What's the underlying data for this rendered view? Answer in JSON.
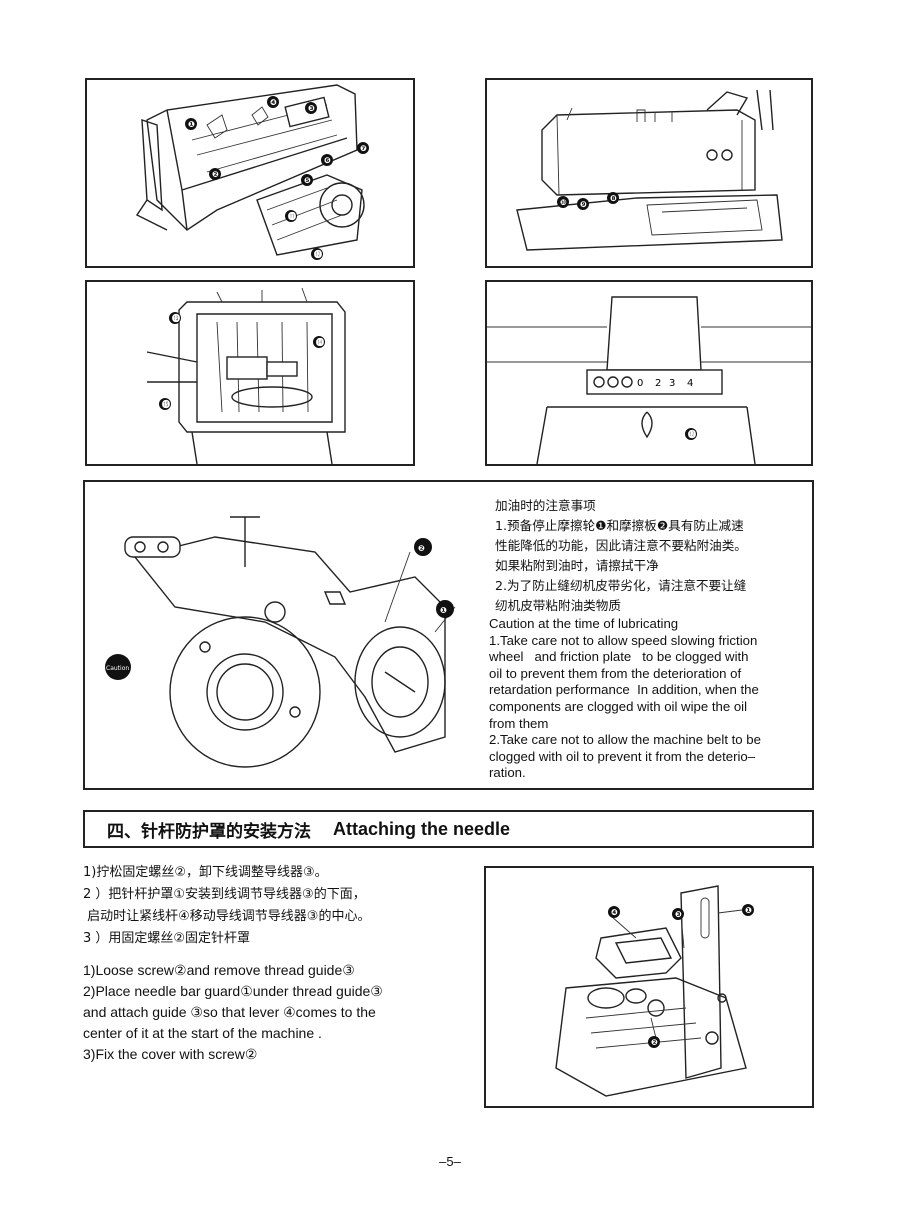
{
  "figures": {
    "fig1": {
      "callouts": [
        "❶",
        "❷",
        "❸",
        "❹",
        "❺",
        "❻",
        "❼",
        "⓫",
        "⓬"
      ]
    },
    "fig2": {
      "callouts": [
        "❽",
        "❾",
        "❿"
      ]
    },
    "fig3": {
      "callouts": [
        "⓭",
        "⓮",
        "⓯"
      ]
    },
    "fig4": {
      "callouts": [
        "⓬"
      ],
      "dial_labels": [
        "0",
        "2",
        "3",
        "4"
      ]
    },
    "fig5": {
      "callouts": [
        "❷",
        "❶"
      ],
      "caution_badge": "Caution"
    },
    "fig6": {
      "callouts": [
        "❹",
        "❸",
        "❶",
        "❷"
      ]
    }
  },
  "oil_notes": {
    "zh_title": "加油时的注意事项",
    "zh_1a": "1.预备停止摩擦轮❶和摩擦板❷具有防止减速",
    "zh_1b": "性能降低的功能，因此请注意不要粘附油类。",
    "zh_1c": "如果粘附到油时，请擦拭干净",
    "zh_2a": "2.为了防止缝纫机皮带劣化，请注意不要让缝",
    "zh_2b": "纫机皮带粘附油类物质",
    "en_title": "Caution at the time of lubricating",
    "en_1a": "1.Take care not to allow speed slowing friction",
    "en_1b": "wheel   and friction plate   to be clogged with",
    "en_1c": "oil to prevent them from the deterioration of",
    "en_1d": "retardation performance  In addition, when the",
    "en_1e": "components are clogged with oil wipe the oil",
    "en_1f": "from them",
    "en_2a": "2.Take care not to allow the machine belt to be",
    "en_2b": "clogged with oil to prevent it from the deterio–",
    "en_2c": "ration."
  },
  "section": {
    "zh_title": "四、针杆防护罩的安装方法",
    "en_title": "Attaching the needle"
  },
  "steps": {
    "zh_1": "1)拧松固定螺丝②，卸下线调整导线器③。",
    "zh_2a": "2 ）把针杆护罩①安装到线调节导线器③的下面，",
    "zh_2b": " 启动时让紧线杆④移动导线调节导线器③的中心。",
    "zh_3": "3 ）用固定螺丝②固定针杆罩",
    "en_1": "1)Loose screw②and remove thread guide③",
    "en_2a": "2)Place needle bar guard①under thread guide③",
    "en_2b": "and attach guide ③so that lever ④comes to the",
    "en_2c": "center of it at the start of  the machine .",
    "en_3": "3)Fix the cover with screw②"
  },
  "page_number": "–5–"
}
